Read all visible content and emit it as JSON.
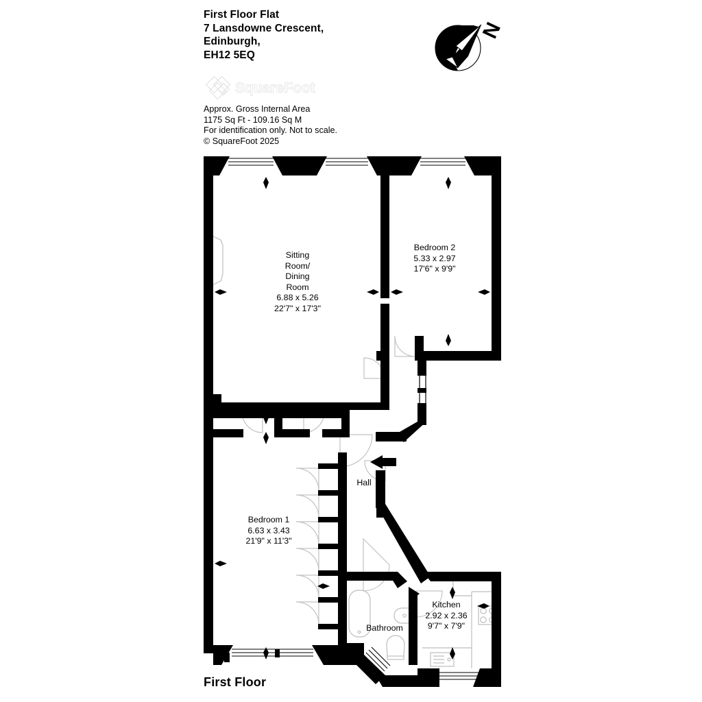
{
  "header": {
    "lines": [
      "First Floor Flat",
      "7 Lansdowne Crescent,",
      "Edinburgh,",
      "EH12 5EQ"
    ]
  },
  "brand": {
    "name": "SquareFoot",
    "logo_icon": "diamond-lattice-icon",
    "color": "#e8e8e8"
  },
  "notes": {
    "lines": [
      "Approx. Gross Internal Area",
      "1175 Sq Ft  - 109.16 Sq M",
      "For identification only. Not to scale.",
      "© SquareFoot 2025"
    ],
    "area_sq_ft": 1175,
    "area_sq_m": 109.16,
    "copyright_year": 2025
  },
  "compass": {
    "label": "N",
    "icon": "compass-north-icon"
  },
  "floor_caption": "First Floor",
  "rooms": [
    {
      "id": "sitting",
      "name_lines": [
        "Sitting",
        "Room/",
        "Dining",
        "Room"
      ],
      "metric": "6.88 x 5.26",
      "imperial": "22'7\" x 17'3\""
    },
    {
      "id": "bedroom2",
      "name_lines": [
        "Bedroom 2"
      ],
      "metric": "5.33 x 2.97",
      "imperial": "17'6\" x 9'9\""
    },
    {
      "id": "bedroom1",
      "name_lines": [
        "Bedroom 1"
      ],
      "metric": "6.63 x 3.43",
      "imperial": "21'9\" x 11'3\""
    },
    {
      "id": "hall",
      "name_lines": [
        "Hall"
      ],
      "metric": "",
      "imperial": ""
    },
    {
      "id": "bathroom",
      "name_lines": [
        "Bathroom"
      ],
      "metric": "",
      "imperial": ""
    },
    {
      "id": "kitchen",
      "name_lines": [
        "Kitchen"
      ],
      "metric": "2.92 x 2.36",
      "imperial": "9'7\" x 7'9\""
    }
  ],
  "labels": {
    "sitting_l1": "Sitting",
    "sitting_l2": "Room/",
    "sitting_l3": "Dining",
    "sitting_l4": "Room",
    "sitting_metric": "6.88 x 5.26",
    "sitting_imperial": "22'7\" x 17'3\"",
    "bed2_name": "Bedroom 2",
    "bed2_metric": "5.33 x 2.97",
    "bed2_imperial": "17'6\" x 9'9\"",
    "bed1_name": "Bedroom 1",
    "bed1_metric": "6.63 x 3.43",
    "bed1_imperial": "21'9\" x 11'3\"",
    "hall_name": "Hall",
    "bath_name": "Bathroom",
    "kitchen_name": "Kitchen",
    "kitchen_metric": "2.92 x 2.36",
    "kitchen_imperial": "9'7\" x 7'9\""
  },
  "colors": {
    "wall": "#000000",
    "background": "#ffffff",
    "fixture_outline": "#b9b9b9",
    "door_arc": "#b9b9b9",
    "logo": "#e9e9e9"
  },
  "fixtures": [
    "bath-icon",
    "wash-basin-icon",
    "toilet-icon",
    "kitchen-sink-icon",
    "hob-icon",
    "fireplace-recess-icon"
  ]
}
